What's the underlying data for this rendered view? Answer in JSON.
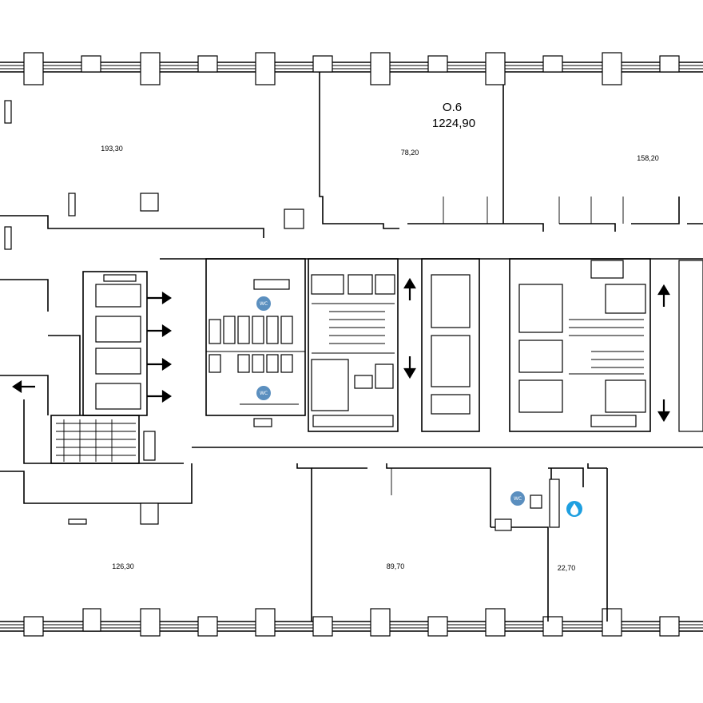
{
  "floor": {
    "name": "O.6",
    "total_area": "1224,90"
  },
  "rooms": [
    {
      "id": "room-top-left",
      "area": "193,30"
    },
    {
      "id": "room-top-center",
      "area": "78,20"
    },
    {
      "id": "room-top-right",
      "area": "158,20"
    },
    {
      "id": "room-bottom-left",
      "area": "126,30"
    },
    {
      "id": "room-bottom-center",
      "area": "89,70"
    },
    {
      "id": "room-bottom-right",
      "area": "22,70"
    }
  ],
  "icons": {
    "restroom": "restroom-icon",
    "water": "water-drop-icon",
    "arrow": "direction-arrow-icon"
  },
  "colors": {
    "wall": "#000000",
    "icon_blue": "#5b8fbf",
    "water_blue": "#1e9fe0"
  }
}
